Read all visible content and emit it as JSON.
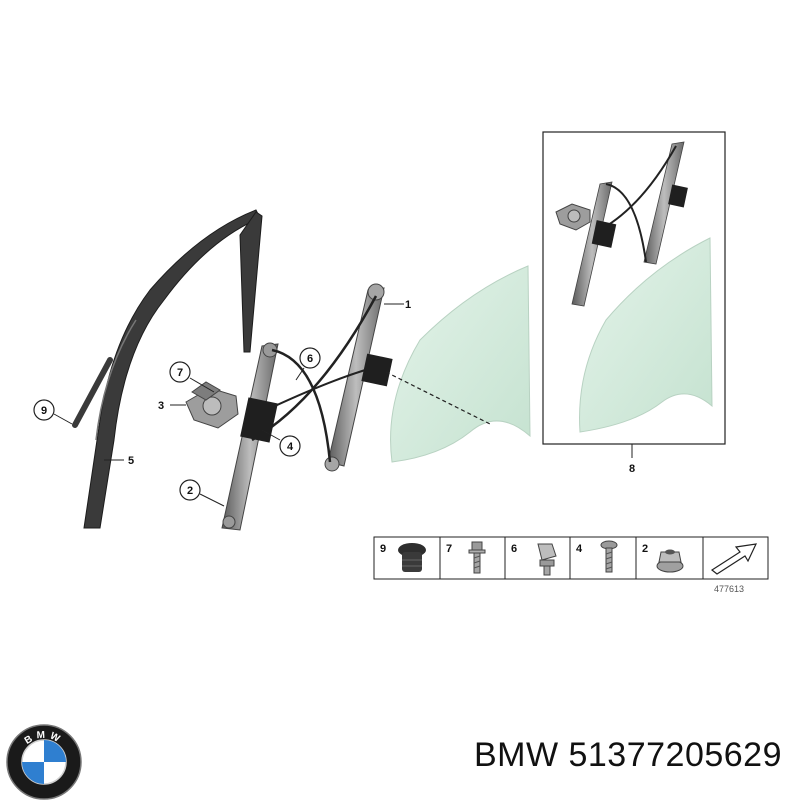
{
  "diagram": {
    "callouts": {
      "c1": "1",
      "c2": "2",
      "c3": "3",
      "c4": "4",
      "c5": "5",
      "c6": "6",
      "c7": "7",
      "c8": "8",
      "c9": "9"
    },
    "legend": {
      "items": [
        "9",
        "7",
        "6",
        "4",
        "2"
      ],
      "ref_number": "477613"
    },
    "colors": {
      "glass": "#cfe8d8",
      "glass_stroke": "#b8d2c2",
      "part_gray": "#8a8a8a",
      "dark": "#2b2b2b"
    }
  },
  "logo": {
    "letters": "BMW",
    "icon": "bmw-roundel-icon"
  },
  "caption": {
    "brand": "BMW",
    "part_number": "51377205629"
  }
}
